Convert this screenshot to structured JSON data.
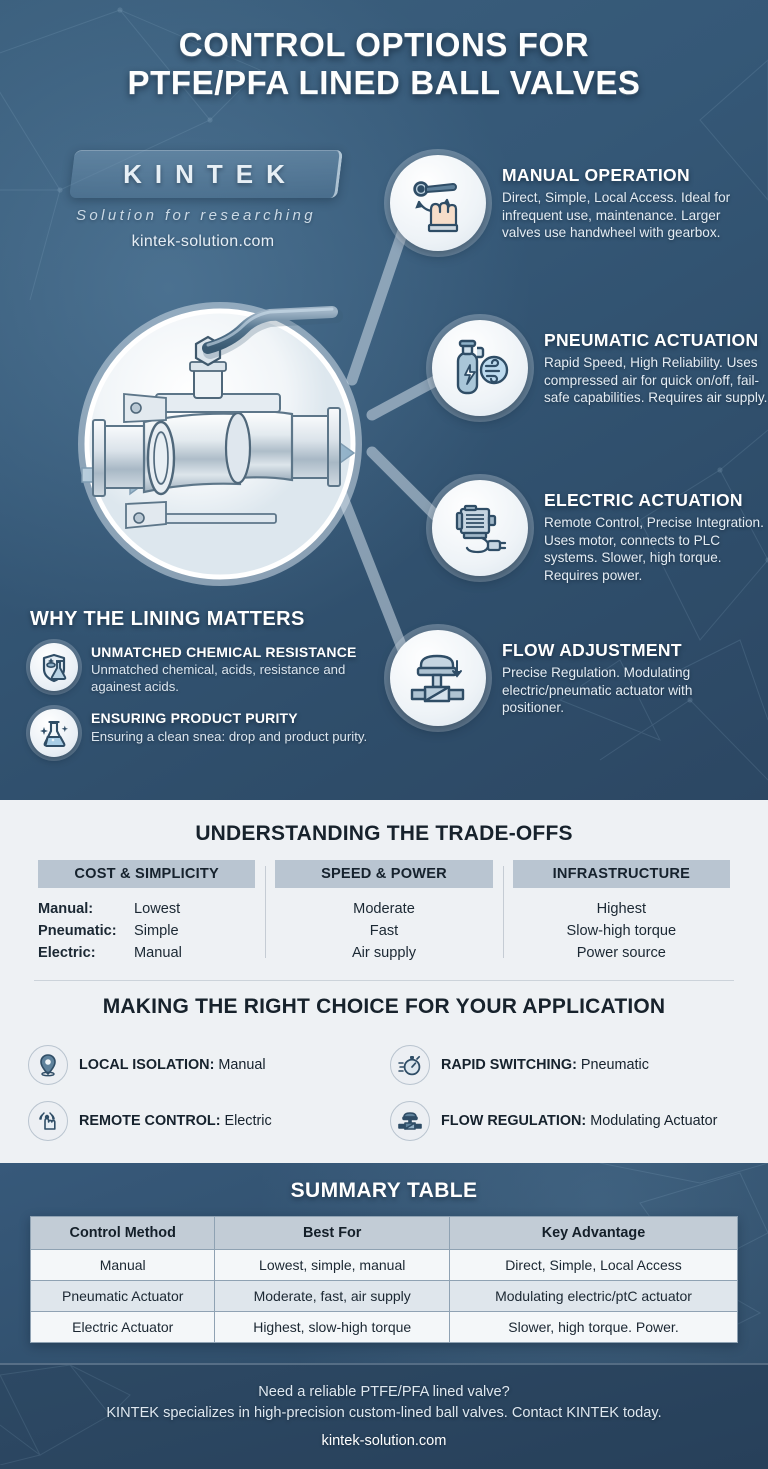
{
  "header": {
    "title_line1": "CONTROL OPTIONS FOR",
    "title_line2": "PTFE/PFA LINED BALL VALVES"
  },
  "logo": {
    "brand": "KINTEK",
    "tagline": "Solution for researching",
    "url": "kintek-solution.com"
  },
  "callouts": [
    {
      "icon": "hand-lever-icon",
      "title": "MANUAL OPERATION",
      "body": "Direct, Simple, Local Access. Ideal for infrequent use, maintenance. Larger valves use handwheel with gearbox."
    },
    {
      "icon": "air-cylinder-icon",
      "title": "PNEUMATIC ACTUATION",
      "body": "Rapid Speed, High Reliability. Uses compressed air for quick on/off, fail-safe capabilities. Requires air supply."
    },
    {
      "icon": "electric-motor-icon",
      "title": "ELECTRIC ACTUATION",
      "body": "Remote Control, Precise Integration. Uses motor, connects to PLC systems. Slower, high torque. Requires power."
    },
    {
      "icon": "control-valve-icon",
      "title": "FLOW ADJUSTMENT",
      "body": "Precise Regulation. Modulating electric/pneumatic actuator with positioner."
    }
  ],
  "lining": {
    "heading": "WHY THE LINING MATTERS",
    "items": [
      {
        "icon": "shield-flask-icon",
        "title": "UNMATCHED CHEMICAL RESISTANCE",
        "body": "Unmatched chemical, acids, resistance and againest acids."
      },
      {
        "icon": "sparkle-flask-icon",
        "title": "ENSURING PRODUCT PURITY",
        "body": "Ensuring a clean snea: drop and product purity."
      }
    ]
  },
  "tradeoffs": {
    "heading": "UNDERSTANDING THE TRADE-OFFS",
    "columns": [
      {
        "header": "COST & SIMPLICITY",
        "rows": [
          {
            "label": "Manual:",
            "value": "Lowest"
          },
          {
            "label": "Pneumatic:",
            "value": "Simple"
          },
          {
            "label": "Electric:",
            "value": "Manual"
          }
        ]
      },
      {
        "header": "SPEED & POWER",
        "rows": [
          {
            "label": "",
            "value": "Moderate"
          },
          {
            "label": "",
            "value": "Fast"
          },
          {
            "label": "",
            "value": "Air supply"
          }
        ]
      },
      {
        "header": "INFRASTRUCTURE",
        "rows": [
          {
            "label": "",
            "value": "Highest"
          },
          {
            "label": "",
            "value": "Slow-high torque"
          },
          {
            "label": "",
            "value": "Power source"
          }
        ]
      }
    ]
  },
  "choices": {
    "heading": "MAKING THE RIGHT CHOICE FOR YOUR APPLICATION",
    "items": [
      {
        "icon": "location-pin-icon",
        "label": "LOCAL ISOLATION:",
        "value": "Manual"
      },
      {
        "icon": "stopwatch-icon",
        "label": "RAPID SWITCHING:",
        "value": "Pneumatic"
      },
      {
        "icon": "touch-hand-icon",
        "label": "REMOTE CONTROL:",
        "value": "Electric"
      },
      {
        "icon": "actuated-valve-icon",
        "label": "FLOW REGULATION:",
        "value": "Modulating Actuator"
      }
    ]
  },
  "summary": {
    "heading": "SUMMARY TABLE",
    "columns": [
      "Control Method",
      "Best For",
      "Key Advantage"
    ],
    "rows": [
      [
        "Manual",
        "Lowest, simple, manual",
        "Direct, Simple, Local Access"
      ],
      [
        "Pneumatic Actuator",
        "Moderate, fast, air supply",
        "Modulating electric/ptC actuator"
      ],
      [
        "Electric Actuator",
        "Highest, slow-high torque",
        "Slower, high torque. Power."
      ]
    ]
  },
  "footer": {
    "line1": "Need a reliable PTFE/PFA lined valve?",
    "line2": "KINTEK specializes in high-precision custom-lined ball valves. Contact KINTEK today.",
    "url": "kintek-solution.com"
  }
}
